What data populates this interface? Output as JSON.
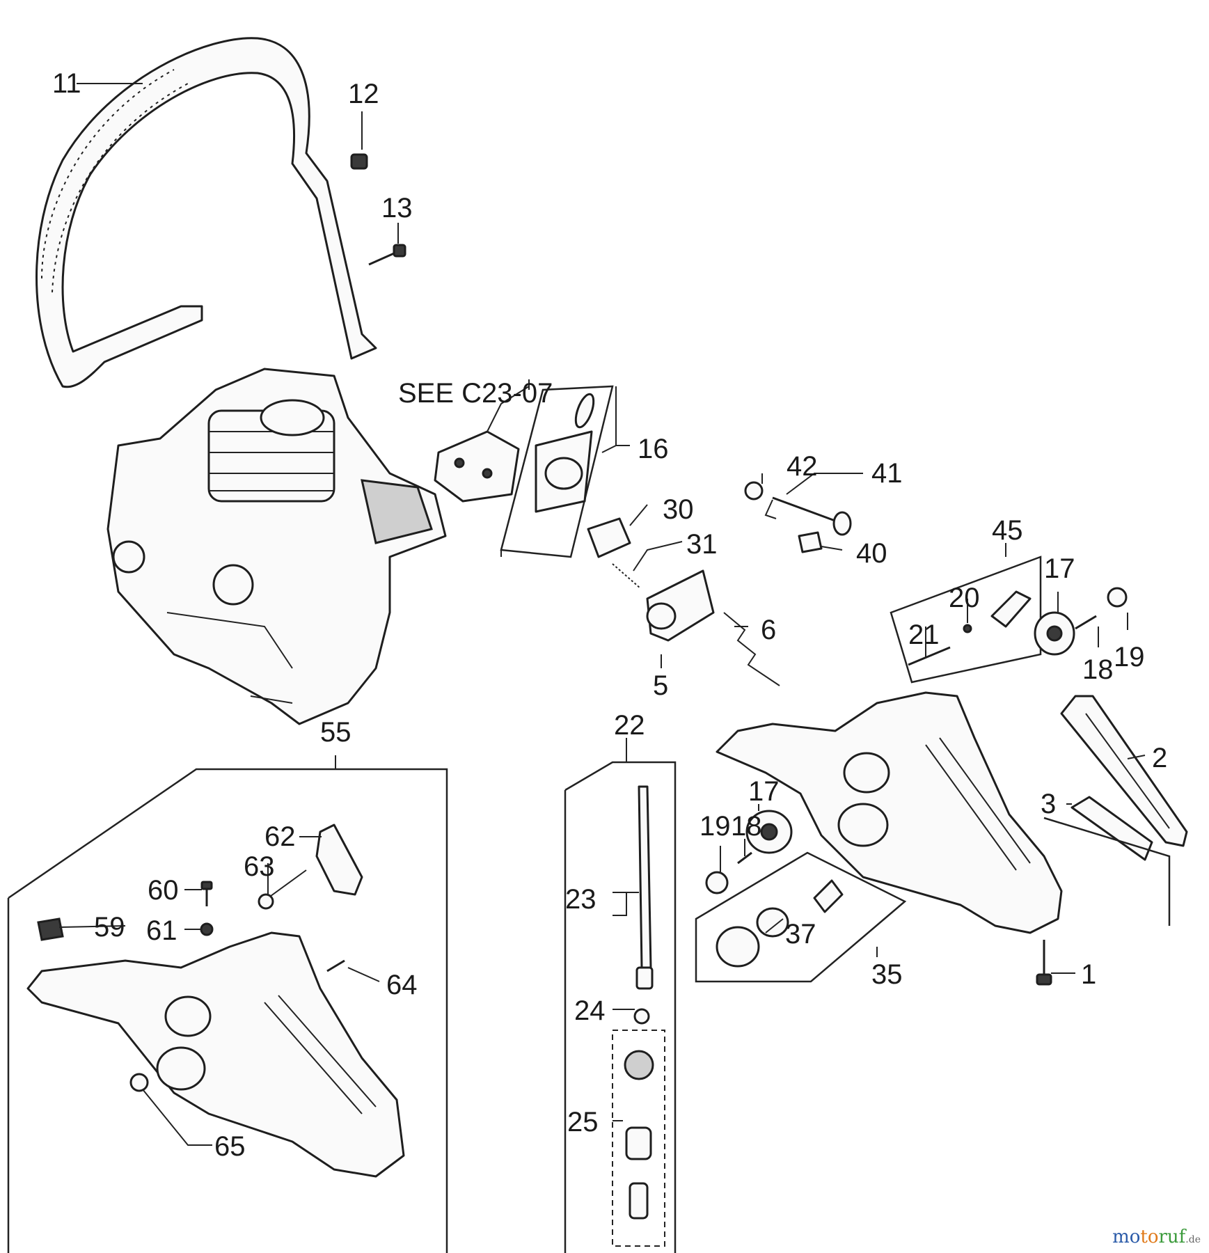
{
  "labels": {
    "l1": "1",
    "l2": "2",
    "l3": "3",
    "l5": "5",
    "l6": "6",
    "l11": "11",
    "l12": "12",
    "l13": "13",
    "l16": "16",
    "l17a": "17",
    "l17b": "17",
    "l18a": "18",
    "l18b": "18",
    "l19a": "19",
    "l19b": "19",
    "l20": "20",
    "l21": "21",
    "l22": "22",
    "l23": "23",
    "l24": "24",
    "l25": "25",
    "l30": "30",
    "l31": "31",
    "l35": "35",
    "l37": "37",
    "l40": "40",
    "l41": "41",
    "l42": "42",
    "l45": "45",
    "l55": "55",
    "l59": "59",
    "l60": "60",
    "l61": "61",
    "l62": "62",
    "l63": "63",
    "l64": "64",
    "l65": "65",
    "see": "SEE C23-07"
  },
  "watermark": {
    "part1": "mo",
    "part2": "to",
    "part3": "ruf",
    "part4": ".de"
  }
}
